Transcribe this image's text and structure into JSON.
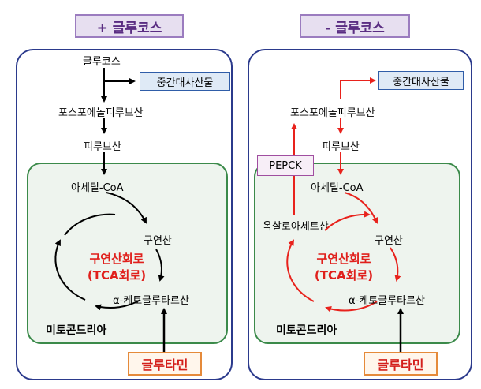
{
  "left": {
    "title": "+ 글루코스",
    "glucose": "글루코스",
    "intermediates": "중간대사산물",
    "pep": "포스포에놀피루브산",
    "pyruvate": "피루브산",
    "acetyl_coa": "아세틸-CoA",
    "citrate": "구연산",
    "cycle_line1": "구연산회로",
    "cycle_line2": "(TCA회로)",
    "akg": "α-케토글루타르산",
    "mitochondria": "미토콘드리아",
    "glutamine": "글루타민"
  },
  "right": {
    "title": "- 글루코스",
    "intermediates": "중간대사산물",
    "pep": "포스포에놀피루브산",
    "pyruvate": "피루브산",
    "pepck": "PEPCK",
    "acetyl_coa": "아세틸-CoA",
    "oxaloacetate": "옥살로아세트산",
    "citrate": "구연산",
    "cycle_line1": "구연산회로",
    "cycle_line2": "(TCA회로)",
    "akg": "α-케토글루타르산",
    "mitochondria": "미토콘드리아",
    "glutamine": "글루타민"
  },
  "colors": {
    "black_arrow": "#000000",
    "red_arrow": "#e8221c",
    "panel_border": "#2b3a8c",
    "mito_border": "#3b8a4a"
  }
}
